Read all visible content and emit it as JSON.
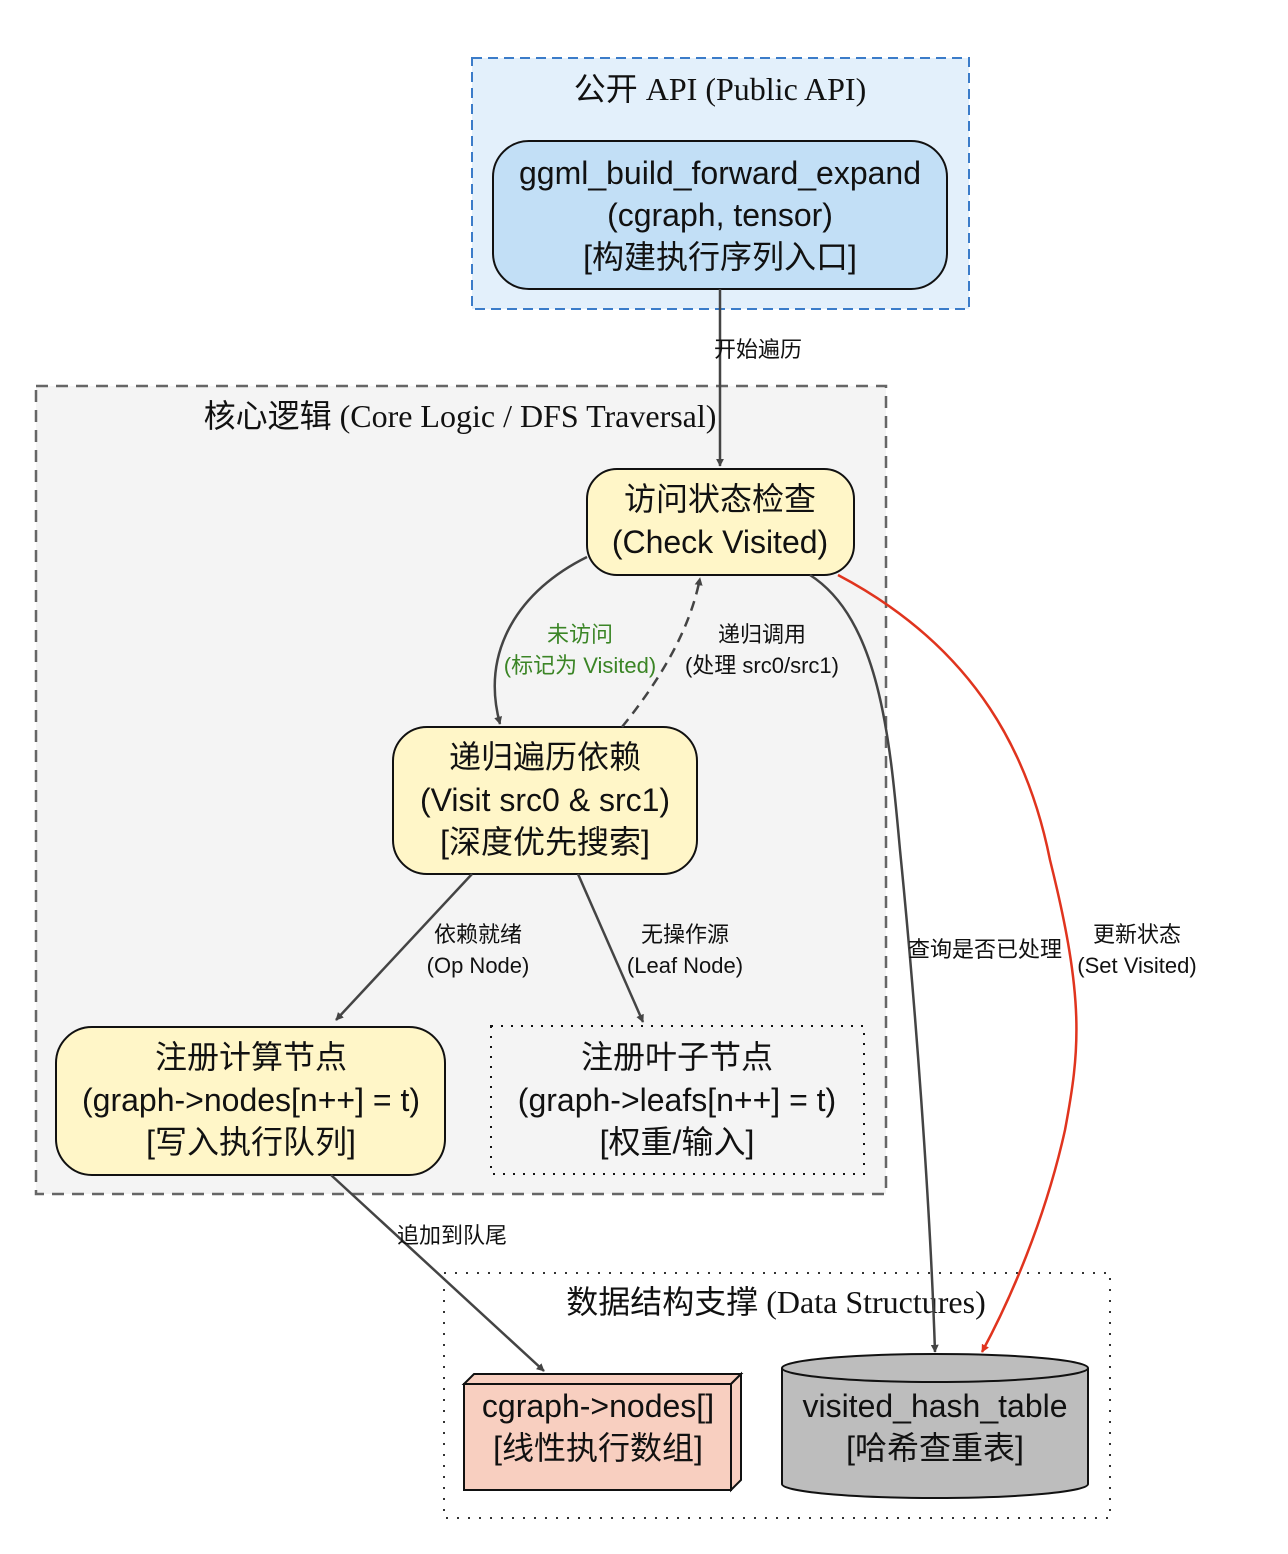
{
  "clusters": {
    "public_api": {
      "title": "公开 API (Public API)",
      "fill": "#e3f0fb",
      "stroke": "#3b7cc9"
    },
    "core_logic": {
      "title": "核心逻辑 (Core Logic / DFS Traversal)",
      "fill": "#f4f4f4",
      "stroke": "#666666"
    },
    "data_structures": {
      "title": "数据结构支撑 (Data Structures)",
      "fill": "#ffffff",
      "stroke": "#333333"
    }
  },
  "nodes": {
    "entry": {
      "lines": [
        "ggml_build_forward_expand",
        "(cgraph, tensor)",
        "[构建执行序列入口]"
      ],
      "fill": "#c2dff6"
    },
    "check_visited": {
      "lines": [
        "访问状态检查",
        "(Check Visited)"
      ],
      "fill": "#fff6c8"
    },
    "visit_deps": {
      "lines": [
        "递归遍历依赖",
        "(Visit src0 & src1)",
        "[深度优先搜索]"
      ],
      "fill": "#fff6c8"
    },
    "register_node": {
      "lines": [
        "注册计算节点",
        "(graph->nodes[n++] = t)",
        "[写入执行队列]"
      ],
      "fill": "#fff6c8"
    },
    "register_leaf": {
      "lines": [
        "注册叶子节点",
        "(graph->leafs[n++] = t)",
        "[权重/输入]"
      ],
      "fill": "#f4f4f4"
    },
    "nodes_array": {
      "lines": [
        "cgraph->nodes[]",
        "[线性执行数组]"
      ],
      "fill": "#f8cfc0"
    },
    "hash_table": {
      "lines": [
        "visited_hash_table",
        "[哈希查重表]"
      ],
      "fill": "#bdbdbd"
    }
  },
  "edges": {
    "start_traverse": {
      "lines": [
        "开始遍历"
      ]
    },
    "not_visited": {
      "lines": [
        "未访问",
        "(标记为 Visited)"
      ],
      "color": "#3b8526"
    },
    "recursive_call": {
      "lines": [
        "递归调用",
        "(处理 src0/src1)"
      ]
    },
    "deps_ready": {
      "lines": [
        "依赖就绪",
        "(Op Node)"
      ]
    },
    "no_op_source": {
      "lines": [
        "无操作源",
        "(Leaf Node)"
      ]
    },
    "query_processed": {
      "lines": [
        "查询是否已处理"
      ]
    },
    "update_state": {
      "lines": [
        "更新状态",
        "(Set Visited)"
      ],
      "color": "#e0341e"
    },
    "append_tail": {
      "lines": [
        "追加到队尾"
      ]
    }
  }
}
